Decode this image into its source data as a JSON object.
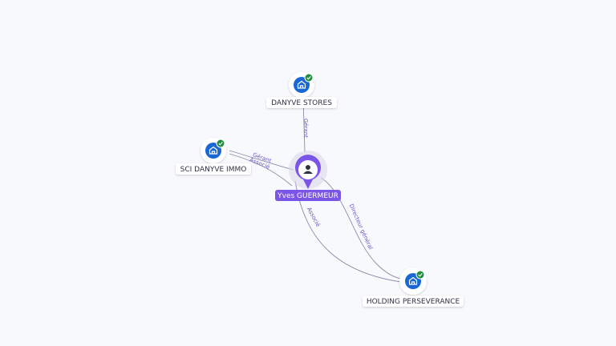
{
  "colors": {
    "background": "#f8f9fc",
    "edge": "#8a8fa8",
    "edge_label": "#6a55c9",
    "person_accent": "#7b55e8",
    "company_icon_bg": "#1967d2",
    "verified": "#1e8e3e"
  },
  "person": {
    "name": "Yves GUERMEUR",
    "icon": "person-icon"
  },
  "companies": [
    {
      "name": "DANYVE STORES",
      "icon": "building-icon",
      "verified": true
    },
    {
      "name": "SCI DANYVE IMMO",
      "icon": "building-icon",
      "verified": true
    },
    {
      "name": "HOLDING PERSEVERANCE",
      "icon": "building-icon",
      "verified": true
    }
  ],
  "relations": [
    {
      "to": 0,
      "label": "Gérant"
    },
    {
      "to": 1,
      "label": "Gérant"
    },
    {
      "to": 1,
      "label": "Associé"
    },
    {
      "to": 2,
      "label": "Associé"
    },
    {
      "to": 2,
      "label": "Directeur général"
    }
  ]
}
